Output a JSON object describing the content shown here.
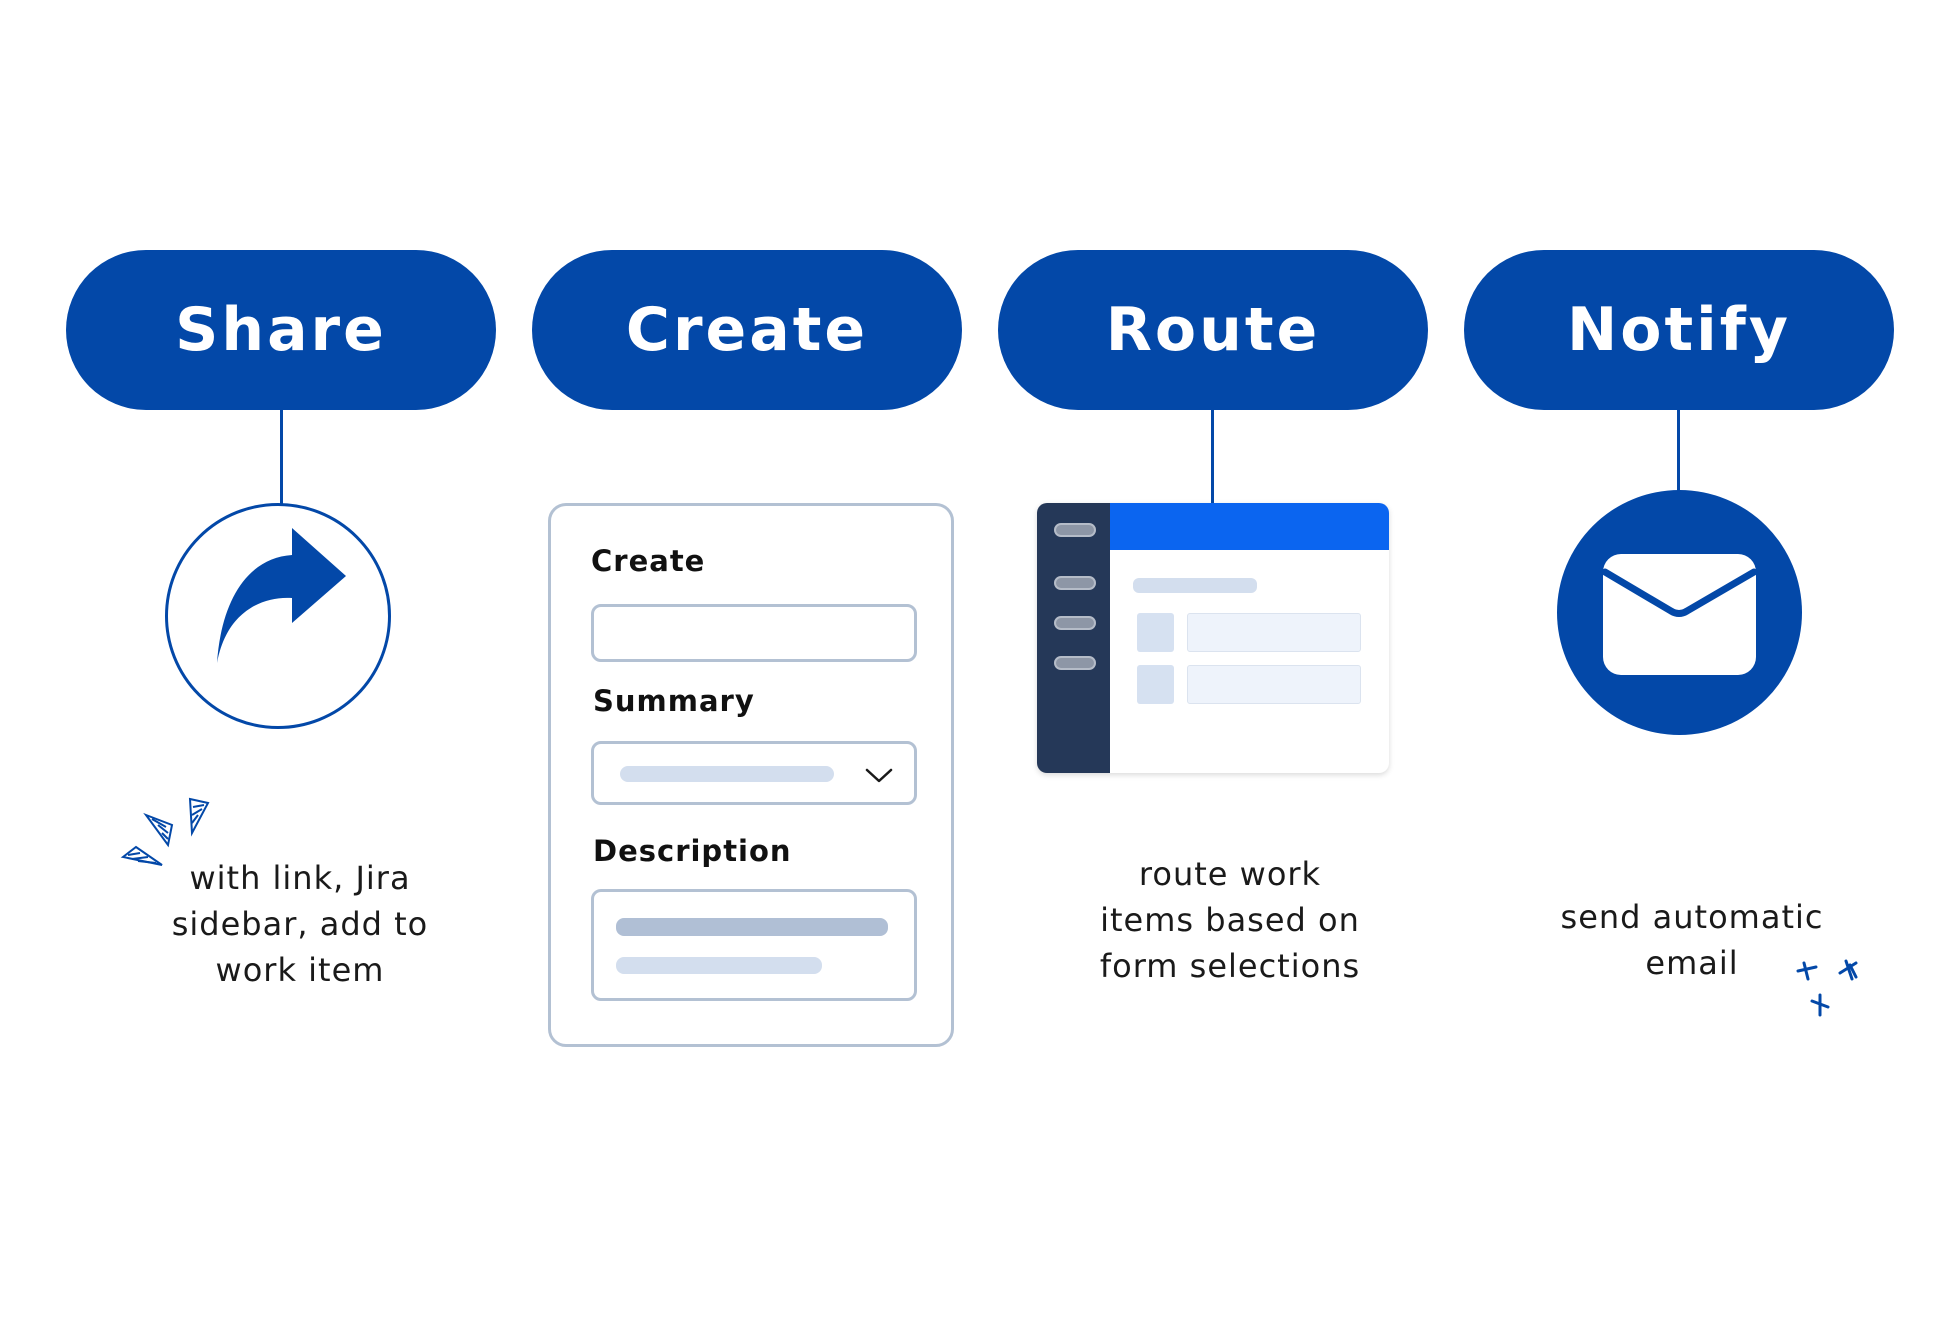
{
  "steps": [
    {
      "title": "Share",
      "caption": [
        "with link, Jira",
        "sidebar, add to",
        "work item"
      ],
      "icon": "share-arrow-icon"
    },
    {
      "title": "Create",
      "icon": "form-icon"
    },
    {
      "title": "Route",
      "caption": [
        "route work",
        "items based on",
        "form selections"
      ],
      "icon": "app-window-icon"
    },
    {
      "title": "Notify",
      "caption": [
        "send automatic",
        "email"
      ],
      "icon": "envelope-icon"
    }
  ],
  "form": {
    "title": "Create",
    "summary_label": "Summary",
    "description_label": "Description"
  },
  "colors": {
    "primary": "#0348a8",
    "window_topbar": "#0b65f0",
    "window_sidebar": "#253858",
    "field_border": "#b3c1d3",
    "placeholder_bar": "#d3deee",
    "placeholder_bar_dark": "#b0bfd5"
  }
}
